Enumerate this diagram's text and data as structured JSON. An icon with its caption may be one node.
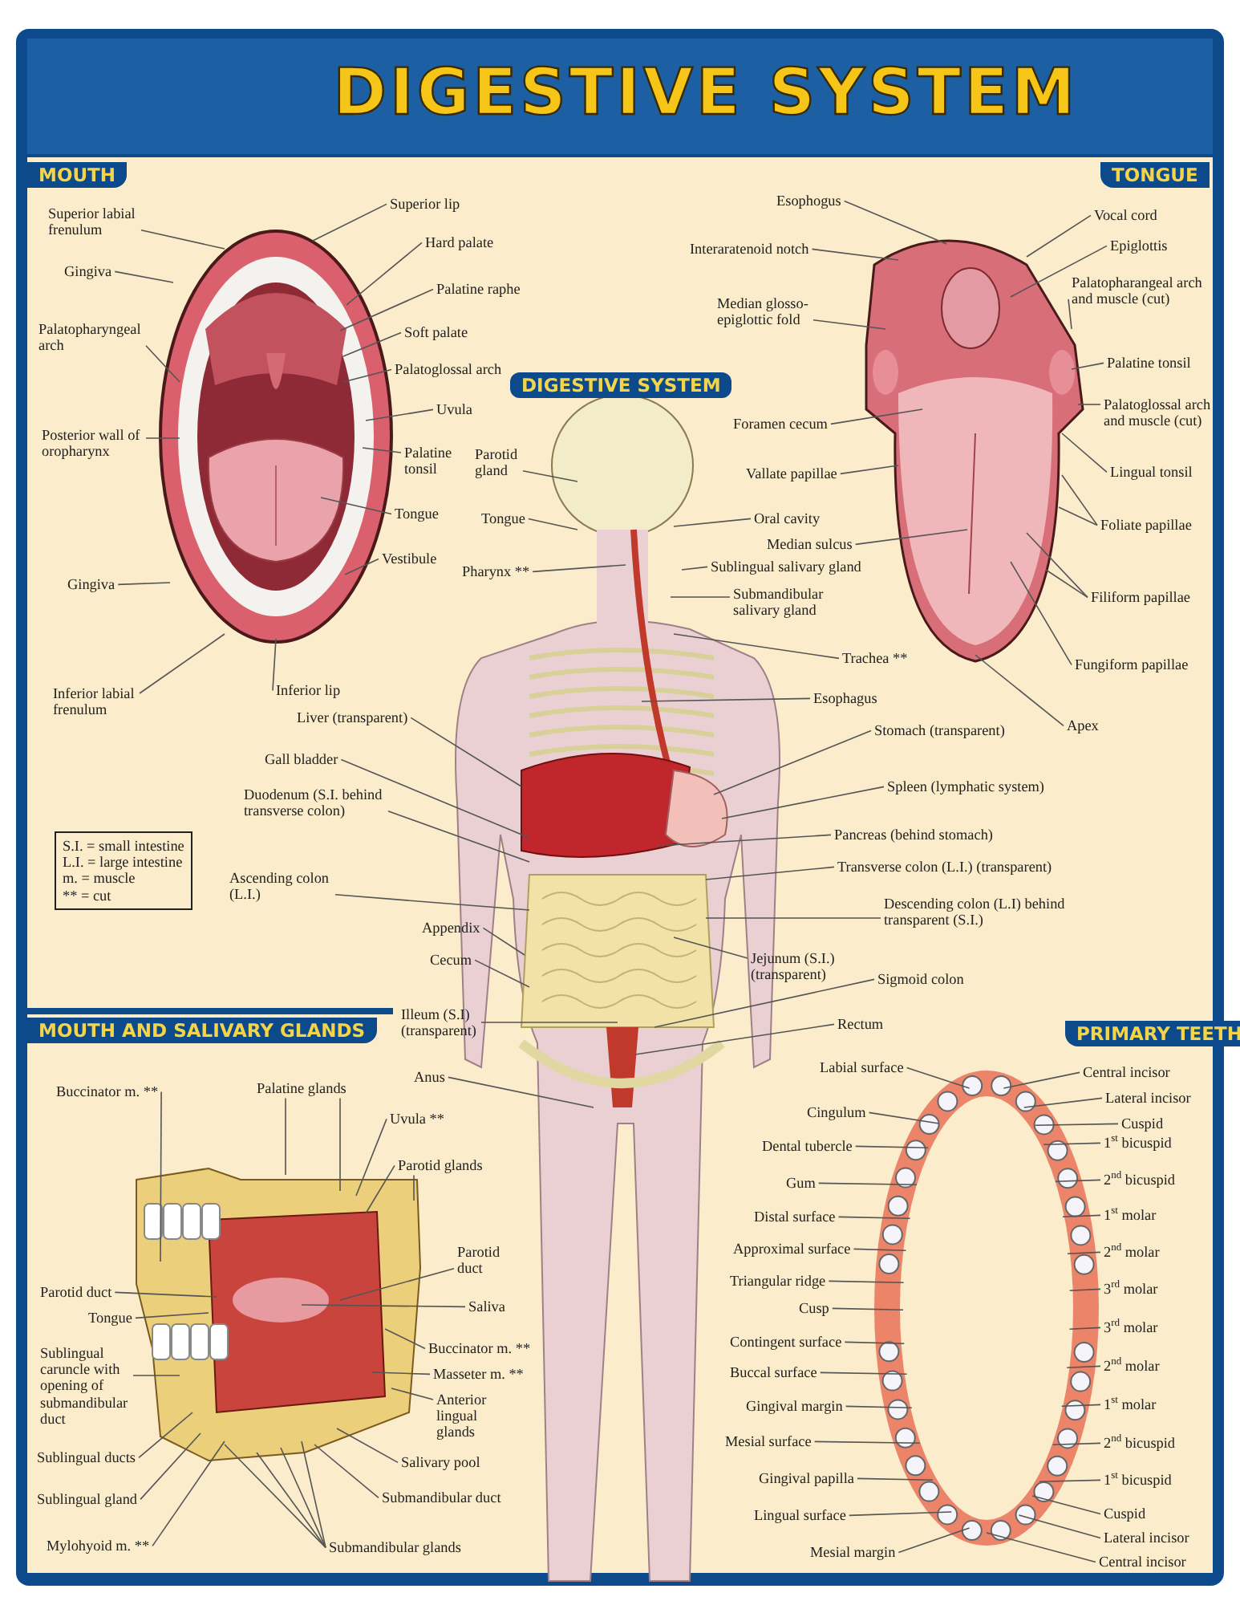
{
  "diagram": {
    "title": "DIGESTIVE SYSTEM",
    "nodes": [
      {
        "text": [
          "Superior labial frenulum"
        ]
      },
      {
        "text": [
          "Gingiva"
        ]
      },
      {
        "text": [
          "Palatopharyngeal arch"
        ]
      },
      {
        "text": [
          "Posterior wall of oropharynx"
        ]
      },
      {
        "text": [
          "Gingiva"
        ]
      },
      {
        "text": [
          "Inferior labial frenulum"
        ]
      },
      {
        "text": [
          "Superior lip"
        ]
      },
      {
        "text": [
          "Hard palate"
        ]
      },
      {
        "text": [
          "Palatine raphe"
        ]
      },
      {
        "text": [
          "Soft palate"
        ]
      },
      {
        "text": [
          "Palatoglossal arch"
        ]
      },
      {
        "text": [
          "Uvula"
        ]
      },
      {
        "text": [
          "Palatine tonsil"
        ]
      },
      {
        "text": [
          "Tongue"
        ]
      },
      {
        "text": [
          "Vestibule"
        ]
      },
      {
        "text": [
          "Inferior lip"
        ]
      },
      {
        "text": [
          "Esophogus"
        ]
      },
      {
        "text": [
          "Interaratenoid notch"
        ]
      },
      {
        "text": [
          "Median glosso-epiglottic fold"
        ]
      },
      {
        "text": [
          "Foramen cecum"
        ]
      },
      {
        "text": [
          "Vallate papillae"
        ]
      },
      {
        "text": [
          "Median sulcus"
        ]
      },
      {
        "text": [
          "Vocal cord"
        ]
      },
      {
        "text": [
          "Epiglottis"
        ]
      },
      {
        "text": [
          "Palatopharangeal arch and muscle (cut)"
        ]
      },
      {
        "text": [
          "Palatine tonsil"
        ]
      },
      {
        "text": [
          "Palatoglossal arch and muscle (cut)"
        ]
      },
      {
        "text": [
          "Lingual tonsil"
        ]
      },
      {
        "text": [
          "Foliate papillae"
        ]
      },
      {
        "text": [
          "Filiform papillae"
        ]
      },
      {
        "text": [
          "Fungiform papillae"
        ]
      },
      {
        "text": [
          "Apex"
        ]
      },
      {
        "text": [
          "Parotid gland"
        ]
      },
      {
        "text": [
          "Tongue"
        ]
      },
      {
        "text": [
          "Pharynx **"
        ]
      },
      {
        "text": [
          "Oral cavity"
        ]
      },
      {
        "text": [
          "Sublingual salivary gland"
        ]
      },
      {
        "text": [
          "Submandibular salivary gland"
        ]
      },
      {
        "text": [
          "Trachea **"
        ]
      },
      {
        "text": [
          "Esophagus"
        ]
      },
      {
        "text": [
          "Liver (transparent)"
        ]
      },
      {
        "text": [
          "Stomach (transparent)"
        ]
      },
      {
        "text": [
          "Gall bladder"
        ]
      },
      {
        "text": [
          "Spleen (lymphatic system)"
        ]
      },
      {
        "text": [
          "Duodenum (S.I. behind transverse colon)"
        ]
      },
      {
        "text": [
          "Pancreas (behind stomach)"
        ]
      },
      {
        "text": [
          "Transverse colon (L.I.) (transparent)"
        ]
      },
      {
        "text": [
          "Ascending colon (L.I.)"
        ]
      },
      {
        "text": [
          "Descending colon (L.I) behind transparent (S.I.)"
        ]
      },
      {
        "text": [
          "Appendix"
        ]
      },
      {
        "text": [
          "Jejunum (S.I.) (transparent)"
        ]
      },
      {
        "text": [
          "Cecum"
        ]
      },
      {
        "text": [
          "Sigmoid colon"
        ]
      },
      {
        "text": [
          "Illeum (S.I) (transparent)"
        ]
      },
      {
        "text": [
          "Rectum"
        ]
      },
      {
        "text": [
          "Anus"
        ]
      },
      {
        "text": [
          "S.I. = small intestine",
          "L.I. = large intestine",
          "m. = muscle",
          "** = cut"
        ]
      },
      {
        "text": [
          "Buccinator m. **"
        ]
      },
      {
        "text": [
          "Palatine glands"
        ]
      },
      {
        "text": [
          "Uvula **"
        ]
      },
      {
        "text": [
          "Parotid glands"
        ]
      },
      {
        "text": [
          "Parotid duct"
        ]
      },
      {
        "text": [
          "Saliva"
        ]
      },
      {
        "text": [
          "Parotid duct"
        ]
      },
      {
        "text": [
          "Tongue"
        ]
      },
      {
        "text": [
          "Sublingual caruncle with opening of submandibular duct"
        ]
      },
      {
        "text": [
          "Buccinator m. **"
        ]
      },
      {
        "text": [
          "Masseter m. **"
        ]
      },
      {
        "text": [
          "Anterior lingual glands"
        ]
      },
      {
        "text": [
          "Sublingual ducts"
        ]
      },
      {
        "text": [
          "Salivary pool"
        ]
      },
      {
        "text": [
          "Sublingual gland"
        ]
      },
      {
        "text": [
          "Submandibular duct"
        ]
      },
      {
        "text": [
          "Mylohyoid m. **"
        ]
      },
      {
        "text": [
          "Submandibular glands"
        ]
      },
      {
        "text": [
          "Labial surface"
        ]
      },
      {
        "text": [
          "Central incisor"
        ]
      },
      {
        "text": [
          "Lateral incisor"
        ]
      },
      {
        "text": [
          "Cingulum"
        ]
      },
      {
        "text": [
          "Cuspid"
        ]
      },
      {
        "text": [
          "Dental tubercle"
        ]
      },
      {
        "text": [
          "1$^{st}$ bicuspid"
        ]
      },
      {
        "text": [
          "Gum"
        ]
      },
      {
        "text": [
          "2$^{nd}$ bicuspid"
        ]
      },
      {
        "text": [
          "Distal surface"
        ]
      },
      {
        "text": [
          "1$^{st}$ molar"
        ]
      },
      {
        "text": [
          "Approximal surface"
        ]
      },
      {
        "text": [
          "2$^{nd}$ molar"
        ]
      },
      {
        "text": [
          "Triangular ridge"
        ]
      },
      {
        "text": [
          "3$^{rd}$ molar"
        ]
      },
      {
        "text": [
          "Cusp"
        ]
      },
      {
        "text": [
          "Contingent surface"
        ]
      },
      {
        "text": [
          "3$^{rd}$ molar"
        ]
      },
      {
        "text": [
          "Buccal surface"
        ]
      },
      {
        "text": [
          "2$^{nd}$ molar"
        ]
      },
      {
        "text": [
          "Gingival margin"
        ]
      },
      {
        "text": [
          "1$^{st}$ molar"
        ]
      },
      {
        "text": [
          "Mesial surface"
        ]
      },
      {
        "text": [
          "2$^{nd}$ bicuspid"
        ]
      },
      {
        "text": [
          "Gingival papilla"
        ]
      },
      {
        "text": [
          "1$^{st}$ bicuspid"
        ]
      },
      {
        "text": [
          "Lingual surface"
        ]
      },
      {
        "text": [
          "Cuspid"
        ]
      },
      {
        "text": [
          "Lateral incisor"
        ]
      },
      {
        "text": [
          "Mesial margin"
        ]
      },
      {
        "text": [
          "Central incisor"
        ]
      }
    ],
    "edges": [
      {
        "from": 0,
        "to": null,
        "arrow": "none"
      },
      {
        "from": 1,
        "to": null,
        "arrow": "none"
      },
      {
        "from": 2,
        "to": null,
        "arrow": "none"
      },
      {
        "from": 3,
        "to": null,
        "arrow": "none"
      },
      {
        "from": 4,
        "to": null,
        "arrow": "none"
      },
      {
        "from": 5,
        "to": null,
        "arrow": "none"
      },
      {
        "from": 6,
        "to": null,
        "arrow": "none"
      },
      {
        "from": 7,
        "to": null,
        "arrow": "none"
      },
      {
        "from": 8,
        "to": null,
        "arrow": "none"
      },
      {
        "from": 9,
        "to": null,
        "arrow": "none"
      },
      {
        "from": 10,
        "to": null,
        "arrow": "none"
      },
      {
        "from": 11,
        "to": null,
        "arrow": "none"
      },
      {
        "from": 12,
        "to": null,
        "arrow": "none"
      },
      {
        "from": 13,
        "to": null,
        "arrow": "none"
      },
      {
        "from": 14,
        "to": null,
        "arrow": "none"
      },
      {
        "from": 15,
        "to": null,
        "arrow": "none"
      },
      {
        "from": 16,
        "to": null,
        "arrow": "none"
      },
      {
        "from": 17,
        "to": null,
        "arrow": "none"
      },
      {
        "from": 18,
        "to": null,
        "arrow": "none"
      },
      {
        "from": 19,
        "to": null,
        "arrow": "none"
      },
      {
        "from": 20,
        "to": null,
        "arrow": "none"
      },
      {
        "from": 21,
        "to": null,
        "arrow": "none"
      },
      {
        "from": 22,
        "to": null,
        "arrow": "none"
      },
      {
        "from": 23,
        "to": null,
        "arrow": "none"
      },
      {
        "from": 24,
        "to": null,
        "arrow": "none"
      },
      {
        "from": 25,
        "to": null,
        "arrow": "none"
      },
      {
        "from": 26,
        "to": null,
        "arrow": "none"
      },
      {
        "from": 27,
        "to": null,
        "arrow": "none"
      },
      {
        "from": 28,
        "to": null,
        "arrow": "none"
      },
      {
        "from": 28,
        "to": null,
        "arrow": "none"
      },
      {
        "from": 29,
        "to": null,
        "arrow": "none"
      },
      {
        "from": 29,
        "to": null,
        "arrow": "none"
      },
      {
        "from": 30,
        "to": null,
        "arrow": "none"
      },
      {
        "from": 31,
        "to": null,
        "arrow": "none"
      },
      {
        "from": 32,
        "to": null,
        "arrow": "none"
      },
      {
        "from": 33,
        "to": null,
        "arrow": "none"
      },
      {
        "from": 34,
        "to": null,
        "arrow": "none"
      },
      {
        "from": 35,
        "to": null,
        "arrow": "none"
      },
      {
        "from": 36,
        "to": null,
        "arrow": "none"
      },
      {
        "from": 37,
        "to": null,
        "arrow": "none"
      },
      {
        "from": 38,
        "to": null,
        "arrow": "none"
      },
      {
        "from": 39,
        "to": null,
        "arrow": "none"
      },
      {
        "from": 40,
        "to": null,
        "arrow": "none"
      },
      {
        "from": 41,
        "to": null,
        "arrow": "none"
      },
      {
        "from": 42,
        "to": null,
        "arrow": "none"
      },
      {
        "from": 43,
        "to": null,
        "arrow": "none"
      },
      {
        "from": 44,
        "to": null,
        "arrow": "none"
      },
      {
        "from": 45,
        "to": null,
        "arrow": "none"
      },
      {
        "from": 46,
        "to": null,
        "arrow": "none"
      },
      {
        "from": 47,
        "to": null,
        "arrow": "none"
      },
      {
        "from": 48,
        "to": null,
        "arrow": "none"
      },
      {
        "from": 49,
        "to": null,
        "arrow": "none"
      },
      {
        "from": 50,
        "to": null,
        "arrow": "none"
      },
      {
        "from": 51,
        "to": null,
        "arrow": "none"
      },
      {
        "from": 52,
        "to": null,
        "arrow": "none"
      },
      {
        "from": 53,
        "to": null,
        "arrow": "none"
      },
      {
        "from": 54,
        "to": null,
        "arrow": "none"
      },
      {
        "from": 55,
        "to": null,
        "arrow": "none"
      },
      {
        "from": 57,
        "to": null,
        "arrow": "none"
      },
      {
        "from": 58,
        "to": null,
        "arrow": "none"
      },
      {
        "from": 58,
        "to": null,
        "arrow": "none"
      },
      {
        "from": 59,
        "to": null,
        "arrow": "none"
      },
      {
        "from": 60,
        "to": null,
        "arrow": "none"
      },
      {
        "from": 60,
        "to": null,
        "arrow": "none"
      },
      {
        "from": 61,
        "to": null,
        "arrow": "none"
      },
      {
        "from": 62,
        "to": null,
        "arrow": "none"
      },
      {
        "from": 63,
        "to": null,
        "arrow": "none"
      },
      {
        "from": 64,
        "to": null,
        "arrow": "none"
      },
      {
        "from": 65,
        "to": null,
        "arrow": "none"
      },
      {
        "from": 66,
        "to": null,
        "arrow": "none"
      },
      {
        "from": 67,
        "to": null,
        "arrow": "none"
      },
      {
        "from": 68,
        "to": null,
        "arrow": "none"
      },
      {
        "from": 69,
        "to": null,
        "arrow": "none"
      },
      {
        "from": 70,
        "to": null,
        "arrow": "none"
      },
      {
        "from": 71,
        "to": null,
        "arrow": "none"
      },
      {
        "from": 72,
        "to": null,
        "arrow": "none"
      },
      {
        "from": 73,
        "to": null,
        "arrow": "none"
      },
      {
        "from": 74,
        "to": null,
        "arrow": "none"
      },
      {
        "from": 74,
        "to": null,
        "arrow": "none"
      },
      {
        "from": 74,
        "to": null,
        "arrow": "none"
      },
      {
        "from": 74,
        "to": null,
        "arrow": "none"
      },
      {
        "from": 75,
        "to": null,
        "arrow": "none"
      },
      {
        "from": 76,
        "to": null,
        "arrow": "none"
      },
      {
        "from": 77,
        "to": null,
        "arrow": "none"
      },
      {
        "from": 78,
        "to": null,
        "arrow": "none"
      },
      {
        "from": 79,
        "to": null,
        "arrow": "none"
      },
      {
        "from": 80,
        "to": null,
        "arrow": "none"
      },
      {
        "from": 81,
        "to": null,
        "arrow": "none"
      },
      {
        "from": 82,
        "to": null,
        "arrow": "none"
      },
      {
        "from": 83,
        "to": null,
        "arrow": "none"
      },
      {
        "from": 84,
        "to": null,
        "arrow": "none"
      },
      {
        "from": 85,
        "to": null,
        "arrow": "none"
      },
      {
        "from": 86,
        "to": null,
        "arrow": "none"
      },
      {
        "from": 87,
        "to": null,
        "arrow": "none"
      },
      {
        "from": 88,
        "to": null,
        "arrow": "none"
      },
      {
        "from": 89,
        "to": null,
        "arrow": "none"
      },
      {
        "from": 90,
        "to": null,
        "arrow": "none"
      },
      {
        "from": 91,
        "to": null,
        "arrow": "none"
      },
      {
        "from": 92,
        "to": null,
        "arrow": "none"
      },
      {
        "from": 93,
        "to": null,
        "arrow": "none"
      },
      {
        "from": 94,
        "to": null,
        "arrow": "none"
      },
      {
        "from": 95,
        "to": null,
        "arrow": "none"
      },
      {
        "from": 96,
        "to": null,
        "arrow": "none"
      },
      {
        "from": 97,
        "to": null,
        "arrow": "none"
      },
      {
        "from": 98,
        "to": null,
        "arrow": "none"
      },
      {
        "from": 99,
        "to": null,
        "arrow": "none"
      },
      {
        "from": 100,
        "to": null,
        "arrow": "none"
      },
      {
        "from": 101,
        "to": null,
        "arrow": "none"
      },
      {
        "from": 102,
        "to": null,
        "arrow": "none"
      },
      {
        "from": 103,
        "to": null,
        "arrow": "none"
      },
      {
        "from": 104,
        "to": null,
        "arrow": "none"
      },
      {
        "from": 105,
        "to": null,
        "arrow": "none"
      }
    ],
    "labels": [
      "MOUTH",
      "TONGUE",
      "DIGESTIVE SYSTEM",
      "MOUTH AND SALIVARY GLANDS",
      "PRIMARY TEETH"
    ]
  }
}
